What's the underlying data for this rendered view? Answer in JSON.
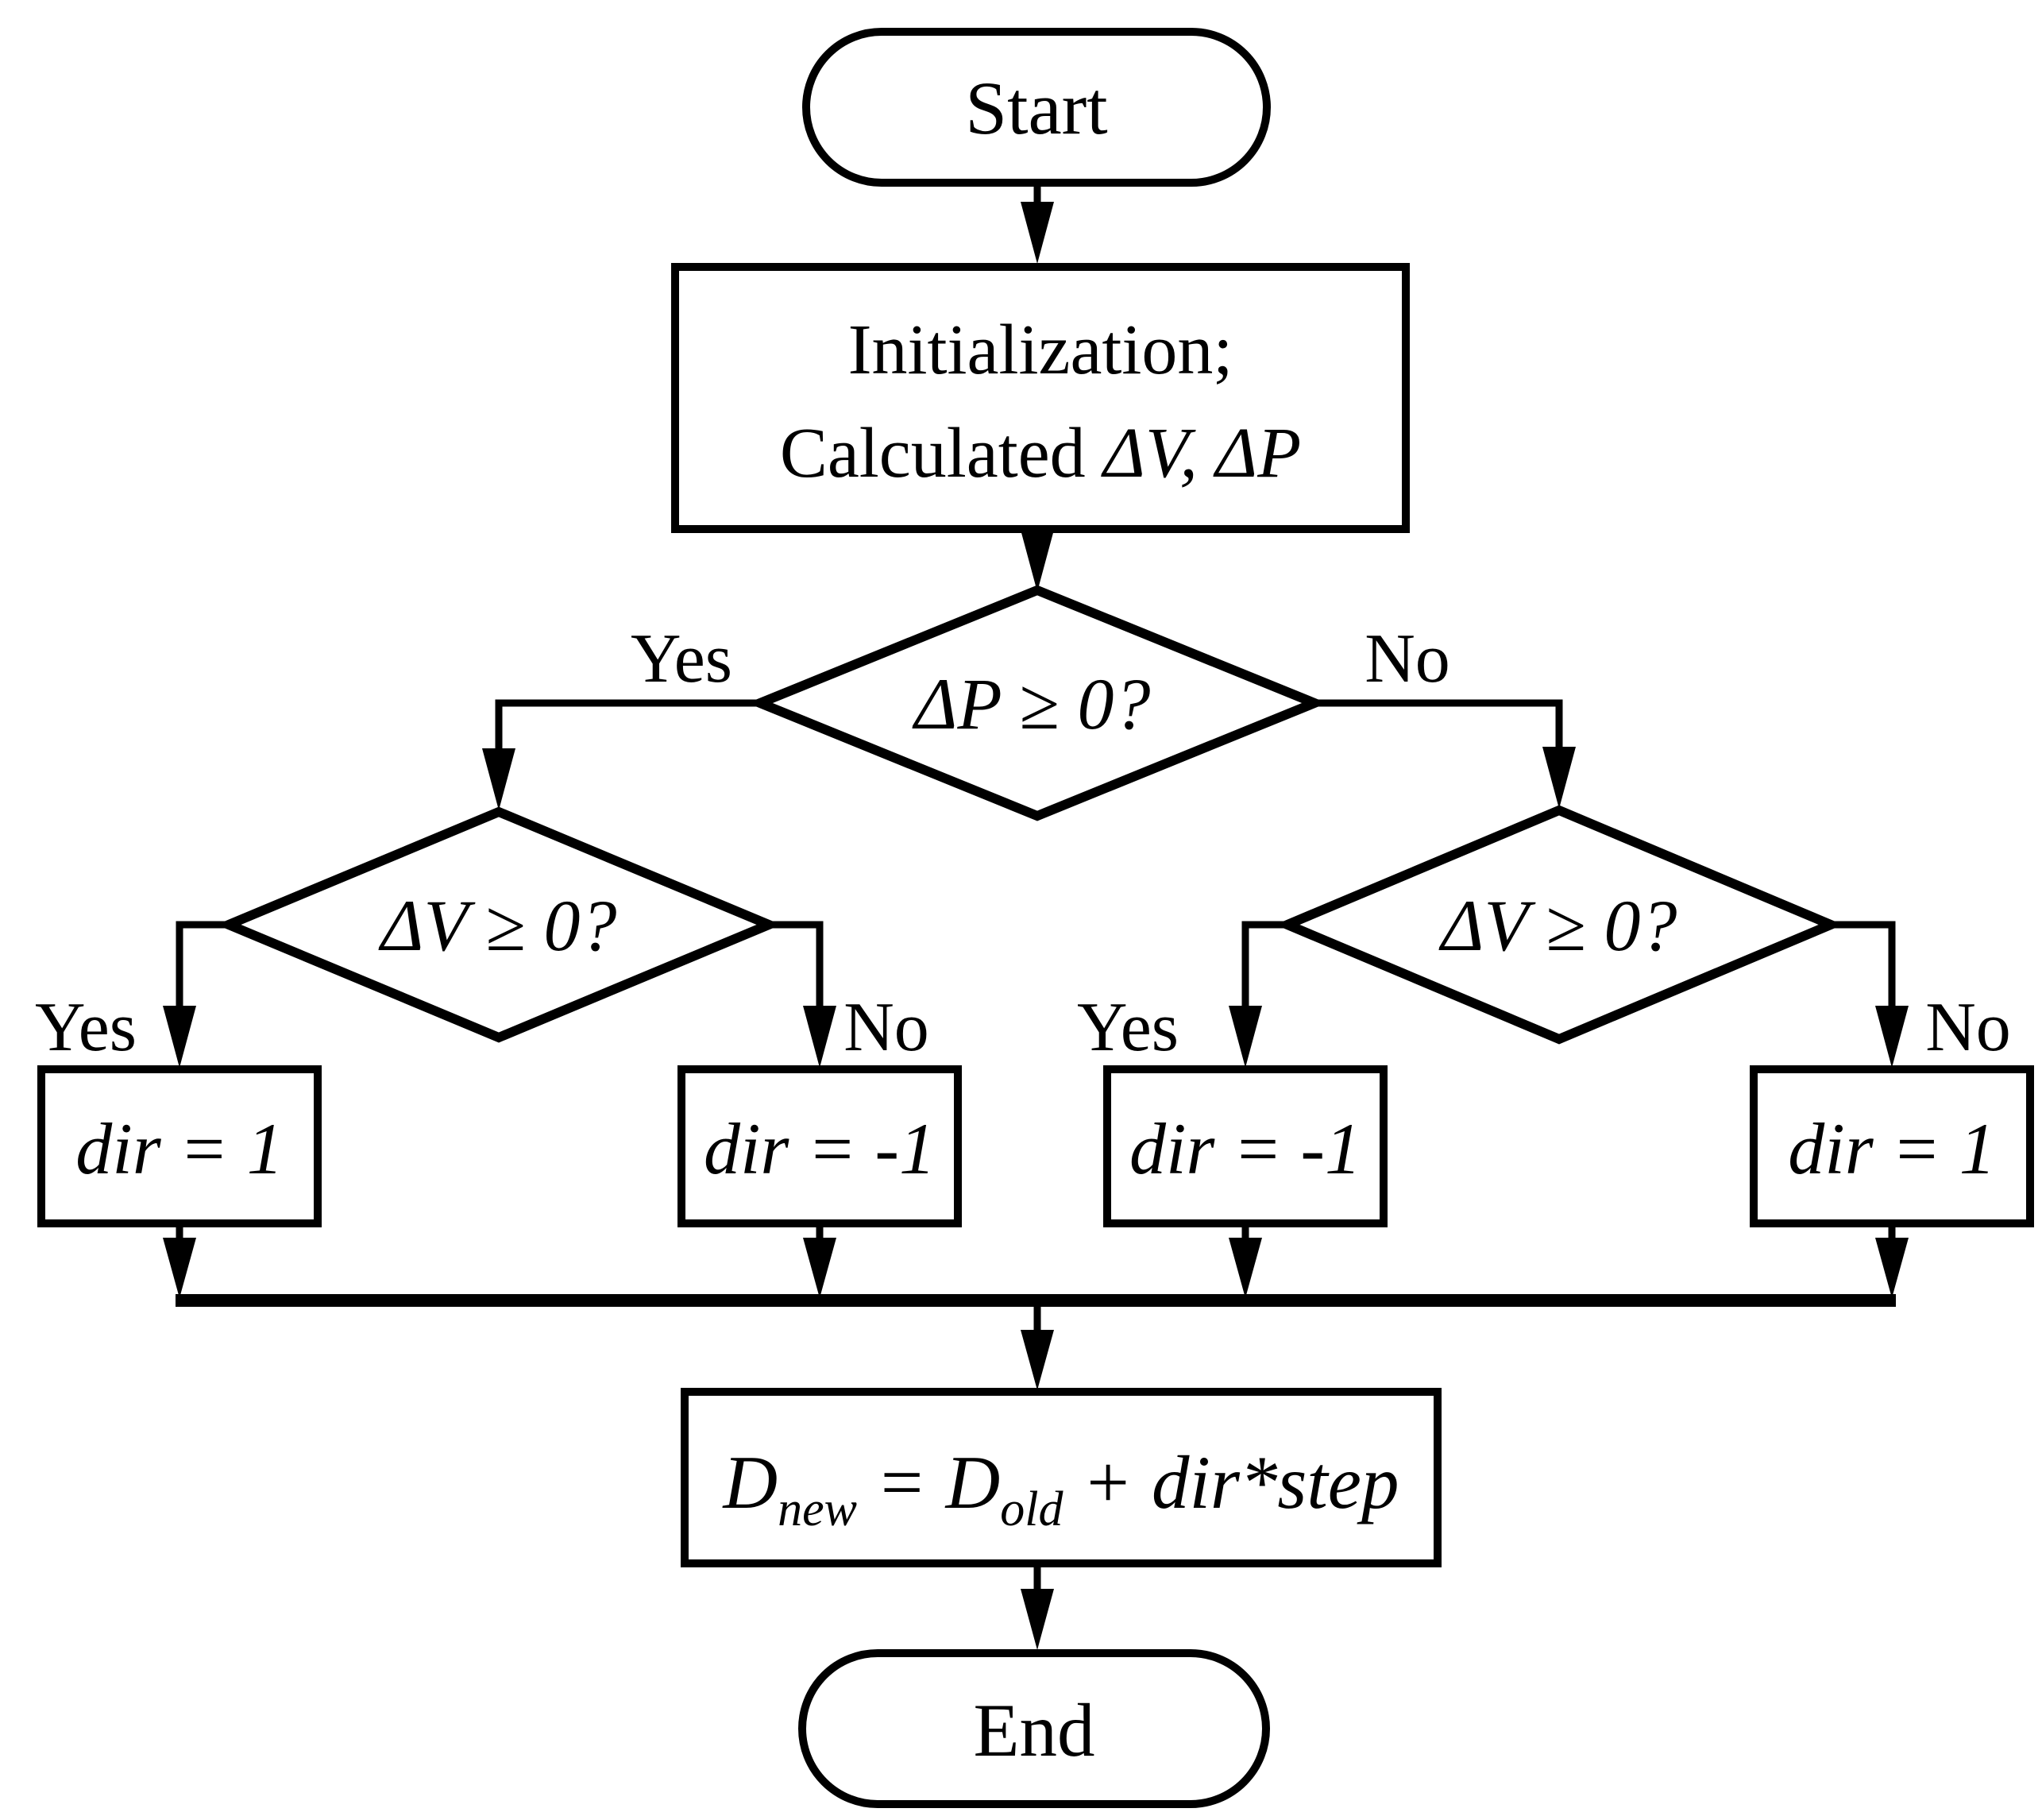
{
  "diagram": {
    "type": "flowchart",
    "colors": {
      "stroke": "#000000",
      "background": "#ffffff"
    },
    "nodes": {
      "start": {
        "shape": "terminator",
        "label": "Start"
      },
      "init": {
        "shape": "process",
        "line1": "Initialization;",
        "line2_plain": "Calculated ",
        "line2_math": "ΔV, ΔP"
      },
      "decision_p": {
        "shape": "decision",
        "label": "ΔP ≥ 0?"
      },
      "decision_v_left": {
        "shape": "decision",
        "label": "ΔV ≥ 0?"
      },
      "decision_v_right": {
        "shape": "decision",
        "label": "ΔV ≥ 0?"
      },
      "dir_left_yes": {
        "shape": "process",
        "label": "dir = 1"
      },
      "dir_left_no": {
        "shape": "process",
        "label": "dir = -1"
      },
      "dir_right_yes": {
        "shape": "process",
        "label": "dir = -1"
      },
      "dir_right_no": {
        "shape": "process",
        "label": "dir = 1"
      },
      "update": {
        "shape": "process",
        "base1": "D",
        "sub1": "new",
        "mid": " = D",
        "sub2": "old",
        "tail": " + dir*step"
      },
      "end": {
        "shape": "terminator",
        "label": "End"
      }
    },
    "labels": {
      "p_yes": "Yes",
      "p_no": "No",
      "v_left_yes": "Yes",
      "v_left_no": "No",
      "v_right_yes": "Yes",
      "v_right_no": "No"
    }
  }
}
